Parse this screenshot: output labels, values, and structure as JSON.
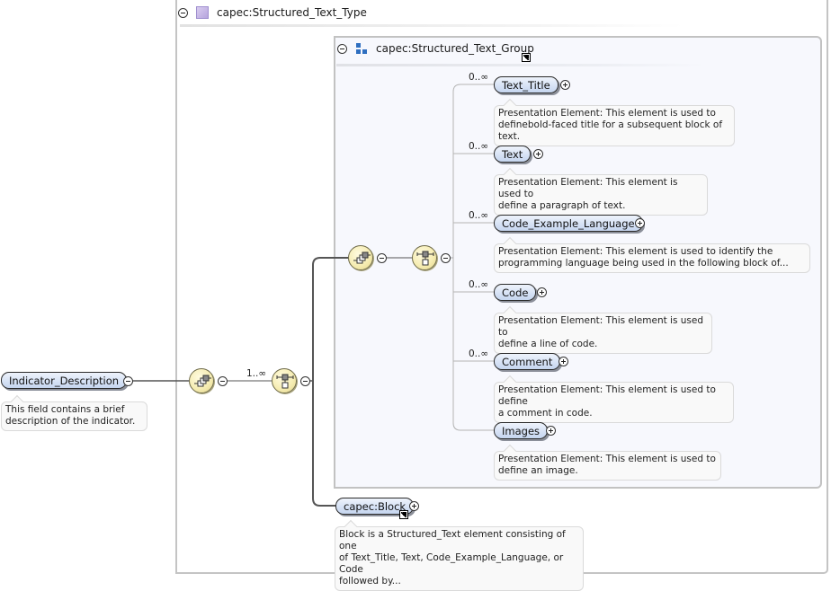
{
  "complex_type": {
    "name": "capec:Structured_Text_Type",
    "icon": "complex-type-icon"
  },
  "group": {
    "name": "capec:Structured_Text_Group",
    "icon": "group-icon",
    "has_reference_link": true
  },
  "root_element": {
    "name": "Indicator_Description",
    "annotation": [
      "This field contains a brief",
      "description of the indicator."
    ]
  },
  "compositors": {
    "outer_sequence_occurrence": "1..∞",
    "outer_choice_icon": "choice-compositor-icon",
    "outer_sequence_icon": "sequence-compositor-icon",
    "inner_choice_icon": "choice-compositor-icon",
    "inner_sequence_icon": "sequence-compositor-icon"
  },
  "group_elements": [
    {
      "name": "Text_Title",
      "occurrence": "0..∞",
      "annotation": [
        "Presentation Element: This element is used to",
        "definebold-faced title for a subsequent block of text."
      ]
    },
    {
      "name": "Text",
      "occurrence": "0..∞",
      "annotation": [
        "Presentation Element: This element is used to",
        "define a paragraph of text."
      ]
    },
    {
      "name": "Code_Example_Language",
      "occurrence": "0..∞",
      "annotation": [
        "Presentation Element: This element is used to identify the",
        "programming language being used in the following block of..."
      ]
    },
    {
      "name": "Code",
      "occurrence": "0..∞",
      "annotation": [
        "Presentation Element: This element is used to",
        "define a line of code."
      ]
    },
    {
      "name": "Comment",
      "occurrence": "0..∞",
      "annotation": [
        "Presentation Element: This element is used to define",
        "a comment in code."
      ]
    },
    {
      "name": "Images",
      "occurrence": "",
      "annotation": [
        "Presentation Element: This element is used to",
        "define an image."
      ]
    }
  ],
  "block_element": {
    "name": "capec:Block",
    "has_reference_link": true,
    "annotation": [
      "Block is a Structured_Text element consisting of one",
      "of Text_Title, Text, Code_Example_Language, or Code",
      "followed by..."
    ]
  },
  "colors": {
    "pill_fill_top": "#eef3fb",
    "pill_fill_bottom": "#c5d5ef",
    "compositor_fill": "#f6edb4",
    "group_background": "#f7f8fd",
    "group_icon": "#2f6fc0",
    "type_icon": "#c3b3e6"
  }
}
